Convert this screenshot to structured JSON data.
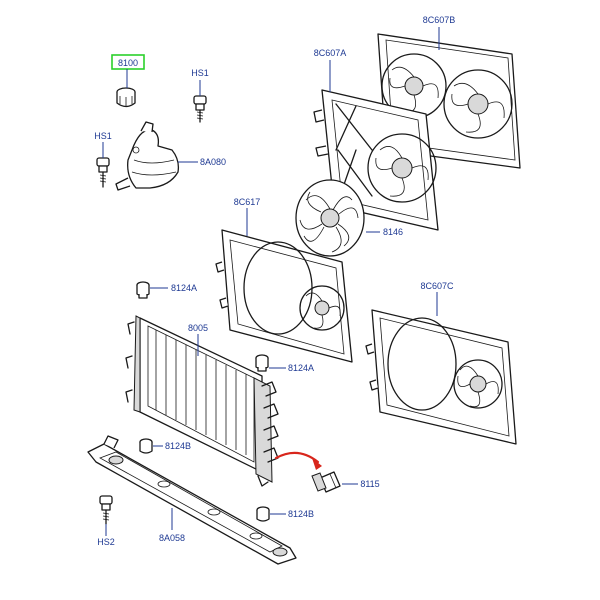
{
  "callouts": [
    {
      "id": "c8100",
      "text": "8100",
      "highlighted": true
    },
    {
      "id": "chs1a",
      "text": "HS1"
    },
    {
      "id": "chs1b",
      "text": "HS1"
    },
    {
      "id": "c8a080",
      "text": "8A080"
    },
    {
      "id": "c8c607b",
      "text": "8C607B"
    },
    {
      "id": "c8c607a",
      "text": "8C607A"
    },
    {
      "id": "c8146",
      "text": "8146"
    },
    {
      "id": "c8c617",
      "text": "8C617"
    },
    {
      "id": "c8124a1",
      "text": "8124A"
    },
    {
      "id": "c8c607c",
      "text": "8C607C"
    },
    {
      "id": "c8005",
      "text": "8005"
    },
    {
      "id": "c8124a2",
      "text": "8124A"
    },
    {
      "id": "c8124b1",
      "text": "8124B"
    },
    {
      "id": "c8115",
      "text": "8115"
    },
    {
      "id": "c8124b2",
      "text": "8124B"
    },
    {
      "id": "chs2",
      "text": "HS2"
    },
    {
      "id": "c8a058",
      "text": "8A058"
    }
  ],
  "colors": {
    "callout_text": "#1f3a93",
    "highlight_box": "#2bd02b",
    "arrow": "#d8261c",
    "line_art": "#1a1a1a"
  }
}
